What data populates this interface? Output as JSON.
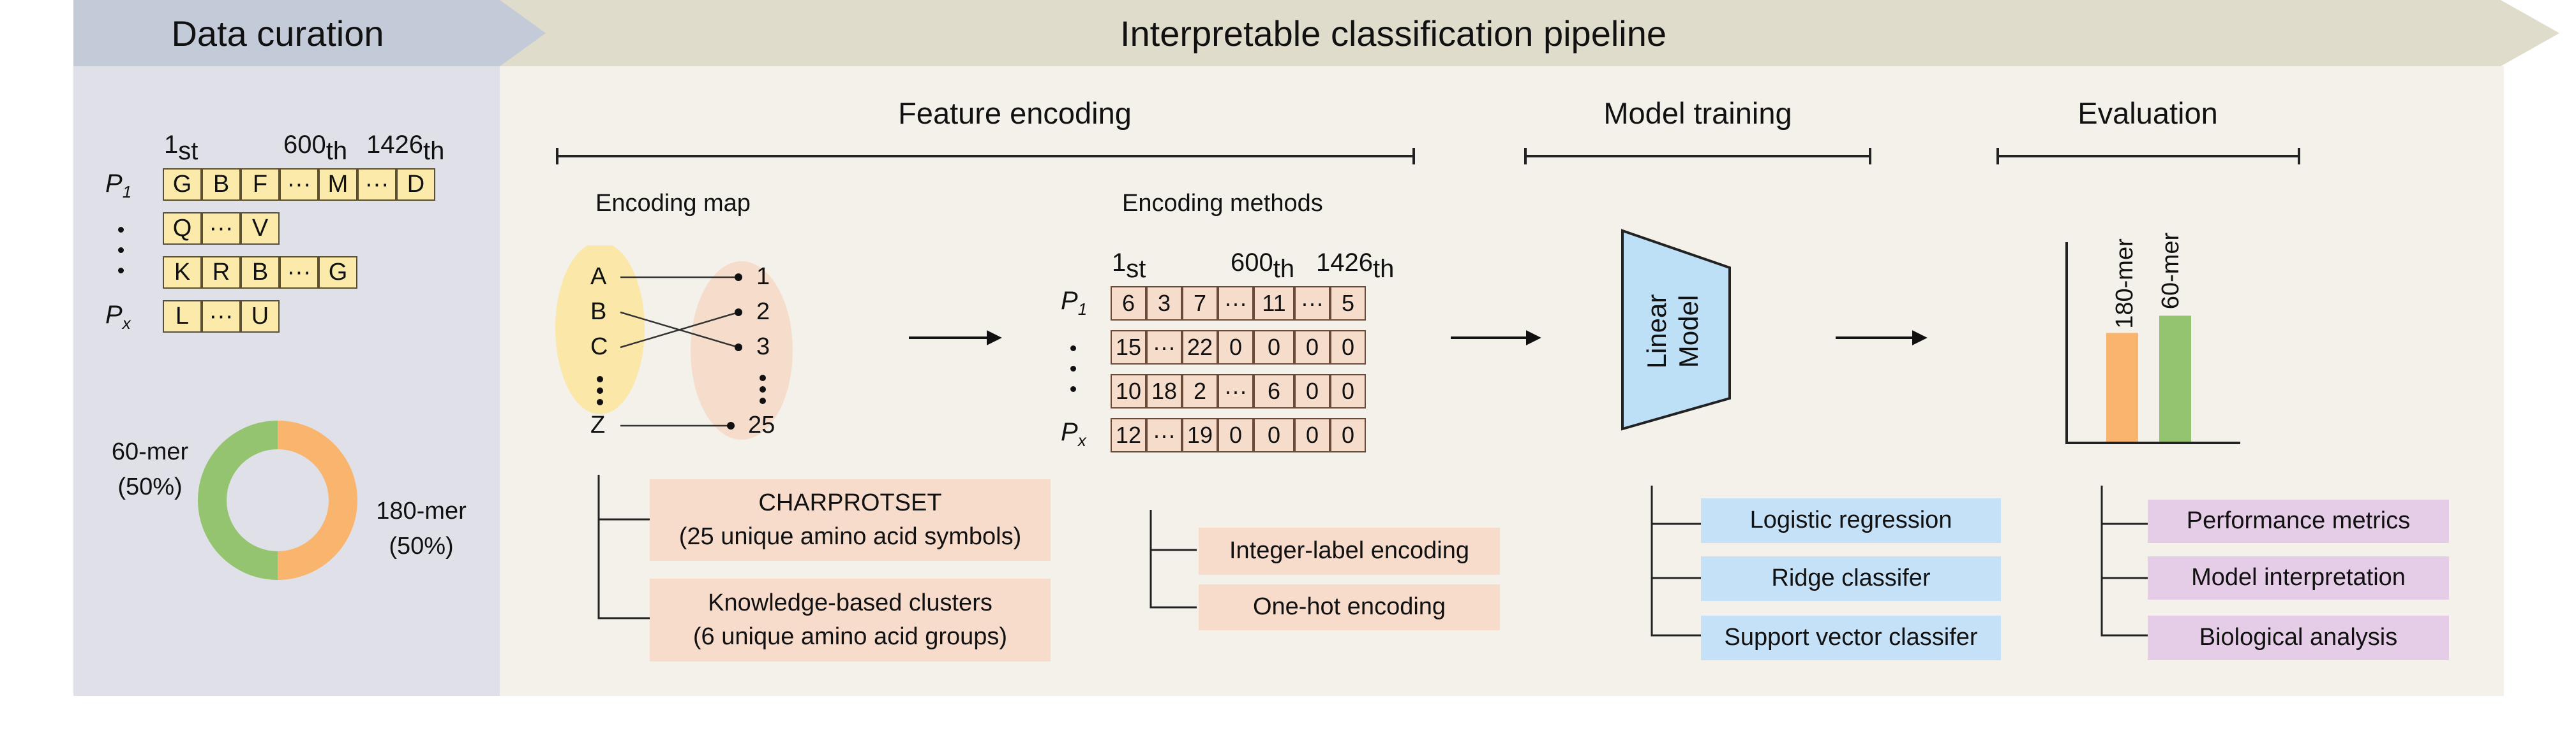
{
  "colors": {
    "left_panel": "#e0e1e8",
    "left_header": "#c3cad8",
    "right_panel": "#f3f1e9",
    "right_header": "#e0dccb",
    "sequence_cell": "#fbeaaa",
    "encoded_cell": "#f6dccb",
    "peach_box": "#f7dccb",
    "blue_box": "#c4e1f7",
    "purple_box": "#e6cde7",
    "orange": "#f9b46e",
    "green": "#95c471",
    "linear_model": "#bde0f6"
  },
  "headers": {
    "left": "Data curation",
    "right": "Interpretable classification pipeline"
  },
  "data_curation": {
    "positions": {
      "first_num": "1",
      "first_suf": "st",
      "mid_num": "600",
      "mid_suf": "th",
      "last_num": "1426",
      "last_suf": "th"
    },
    "row_labels": {
      "p1_main": "P",
      "p1_sub": "1",
      "px_main": "P",
      "px_sub": "x"
    },
    "sequences": [
      [
        "G",
        "B",
        "F",
        "···",
        "M",
        "···",
        "D"
      ],
      [
        "Q",
        "···",
        "V"
      ],
      [
        "K",
        "R",
        "B",
        "···",
        "G"
      ],
      [
        "L",
        "···",
        "U"
      ]
    ],
    "donut": {
      "left_label_1": "60-mer",
      "left_label_2": "(50%)",
      "right_label_1": "180-mer",
      "right_label_2": "(50%)",
      "segments": [
        {
          "name": "180-mer",
          "fraction": 0.5
        },
        {
          "name": "60-mer",
          "fraction": 0.5
        }
      ]
    }
  },
  "feature_encoding": {
    "title": "Feature encoding",
    "map_title": "Encoding map",
    "methods_title": "Encoding methods",
    "map_letters": [
      "A",
      "B",
      "C",
      "Z"
    ],
    "map_numbers": [
      "1",
      "2",
      "3",
      "25"
    ],
    "positions": {
      "first_num": "1",
      "first_suf": "st",
      "mid_num": "600",
      "mid_suf": "th",
      "last_num": "1426",
      "last_suf": "th"
    },
    "row_labels": {
      "p1_main": "P",
      "p1_sub": "1",
      "px_main": "P",
      "px_sub": "x"
    },
    "matrix": [
      [
        "6",
        "3",
        "7",
        "···",
        "11",
        "···",
        "5"
      ],
      [
        "15",
        "···",
        "22",
        "0",
        "0",
        "0",
        "0"
      ],
      [
        "10",
        "18",
        "2",
        "···",
        "6",
        "0",
        "0"
      ],
      [
        "12",
        "···",
        "19",
        "0",
        "0",
        "0",
        "0"
      ]
    ],
    "alphabets": [
      {
        "line1": "CHARPROTSET",
        "line2": "(25 unique amino acid symbols)"
      },
      {
        "line1": "Knowledge-based clusters",
        "line2": "(6 unique amino acid groups)"
      }
    ],
    "methods": [
      "Integer-label encoding",
      "One-hot encoding"
    ]
  },
  "model_training": {
    "title": "Model training",
    "model_line1": "Linear",
    "model_line2": "Model",
    "models": [
      "Logistic regression",
      "Ridge classifer",
      "Support vector classifer"
    ]
  },
  "evaluation": {
    "title": "Evaluation",
    "chart_data": {
      "type": "bar",
      "categories": [
        "180-mer",
        "60-mer"
      ],
      "values": [
        0.82,
        0.95
      ],
      "colors": [
        "#f9b46e",
        "#95c471"
      ]
    },
    "items": [
      "Performance metrics",
      "Model interpretation",
      "Biological analysis"
    ]
  }
}
